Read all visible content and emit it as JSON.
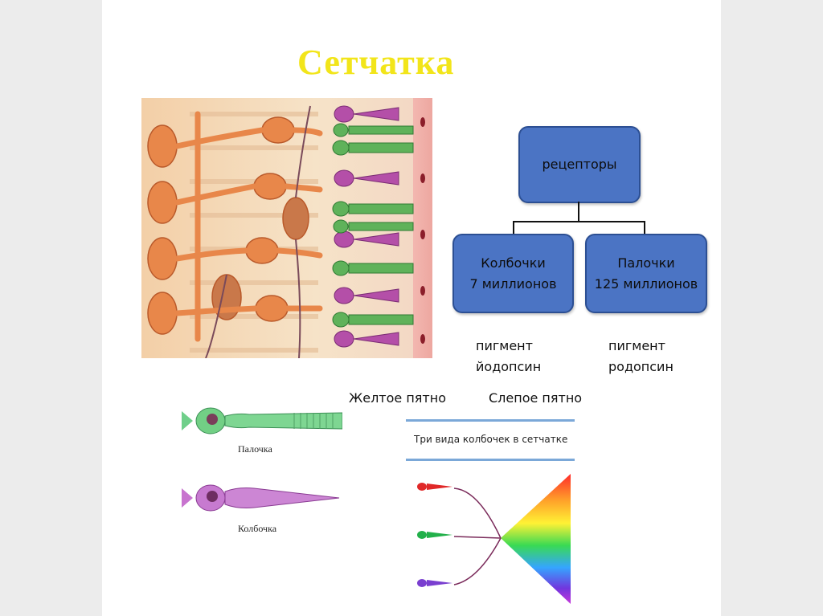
{
  "title": "Сетчатка",
  "tree": {
    "root": "рецепторы",
    "cones": {
      "name": "Колбочки",
      "count": "7 миллионов"
    },
    "rods": {
      "name": "Палочки",
      "count": "125 миллионов"
    }
  },
  "pigments": {
    "cones": {
      "line1": "пигмент",
      "line2": "йодопсин"
    },
    "rods": {
      "line1": "пигмент",
      "line2": "родопсин"
    }
  },
  "spots": {
    "yellow": "Желтое пятно",
    "blind": "Слепое пятно"
  },
  "cell_captions": {
    "rod": "Палочка",
    "cone": "Колбочка"
  },
  "cones_figure": {
    "title": "Три вида колбочек в сетчатке",
    "cone_colors": [
      "#e02828",
      "#22b04a",
      "#7a3fd0"
    ]
  },
  "colors": {
    "box_fill": "#4b74c4",
    "title": "#f2e51a"
  }
}
